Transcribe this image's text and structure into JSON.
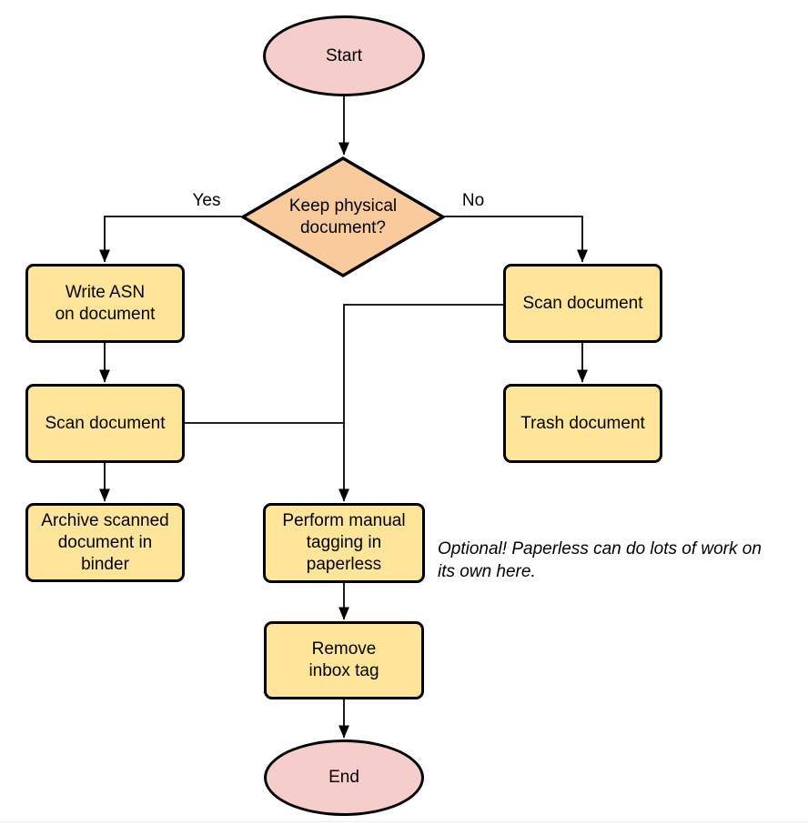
{
  "colors": {
    "terminator_fill": "#F5CDCB",
    "decision_fill": "#F9CB9C",
    "process_fill": "#FFE599",
    "stroke": "#000000",
    "background": "#FFFFFF"
  },
  "nodes": {
    "start": {
      "shape": "ellipse",
      "label": "Start"
    },
    "decision_keep_physical": {
      "shape": "diamond",
      "label": "Keep physical\ndocument?"
    },
    "write_asn": {
      "shape": "rect",
      "label": "Write ASN\non document"
    },
    "scan_document_left": {
      "shape": "rect",
      "label": "Scan document"
    },
    "archive_binder": {
      "shape": "rect",
      "label": "Archive scanned\ndocument in\nbinder"
    },
    "scan_document_right": {
      "shape": "rect",
      "label": "Scan document"
    },
    "trash_document": {
      "shape": "rect",
      "label": "Trash document"
    },
    "manual_tagging": {
      "shape": "rect",
      "label": "Perform manual\ntagging in\npaperless"
    },
    "remove_inbox_tag": {
      "shape": "rect",
      "label": "Remove\ninbox tag"
    },
    "end": {
      "shape": "ellipse",
      "label": "End"
    }
  },
  "edge_labels": {
    "yes": "Yes",
    "no": "No"
  },
  "edges": [
    {
      "from": "start",
      "to": "decision_keep_physical"
    },
    {
      "from": "decision_keep_physical",
      "to": "write_asn",
      "label": "Yes"
    },
    {
      "from": "decision_keep_physical",
      "to": "scan_document_right",
      "label": "No"
    },
    {
      "from": "write_asn",
      "to": "scan_document_left"
    },
    {
      "from": "scan_document_left",
      "to": "archive_binder"
    },
    {
      "from": "scan_document_right",
      "to": "trash_document"
    },
    {
      "from": "scan_document_right",
      "to": "manual_tagging"
    },
    {
      "from": "scan_document_left",
      "to": "manual_tagging"
    },
    {
      "from": "manual_tagging",
      "to": "remove_inbox_tag"
    },
    {
      "from": "remove_inbox_tag",
      "to": "end"
    }
  ],
  "annotation": "Optional! Paperless can do lots of work on\nits own here."
}
